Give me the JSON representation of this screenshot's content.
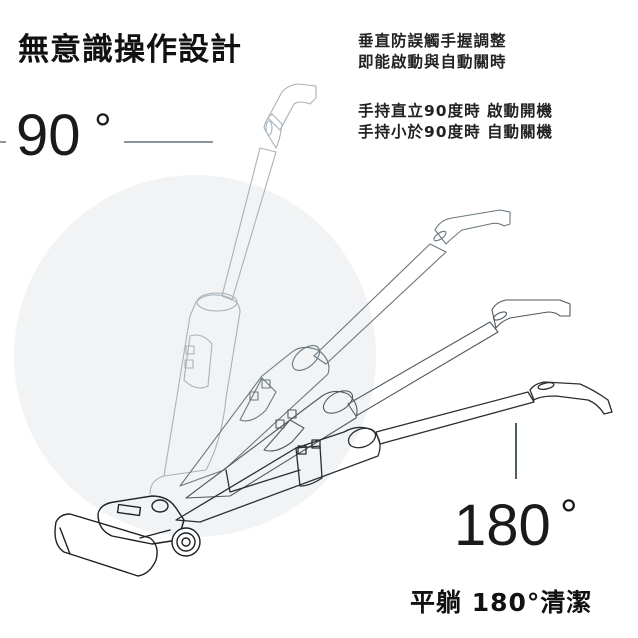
{
  "header": {
    "title": "無意識操作設計"
  },
  "description": {
    "lines": [
      "垂直防誤觸手握調整",
      "即能啟動與自動關時",
      "手持直立90度時 啟動開機",
      "手持小於90度時 自動關機"
    ]
  },
  "angles": {
    "upright": {
      "value": "90",
      "degree_symbol": "°"
    },
    "flat": {
      "value": "180",
      "degree_symbol": "°"
    }
  },
  "caption": "平躺 180°清潔",
  "illustration": {
    "subject": "cordless-floor-washer-vacuum",
    "positions": [
      "90-degree-upright",
      "tilted-1",
      "tilted-2",
      "flat-180-degree"
    ]
  },
  "colors": {
    "background": "#ffffff",
    "circle": "#f1f3f4",
    "text": "#1a1a1a",
    "guide_line": "#8a959c",
    "faded_outline": "#9aa6ad",
    "dark_outline": "#2a2f33"
  }
}
